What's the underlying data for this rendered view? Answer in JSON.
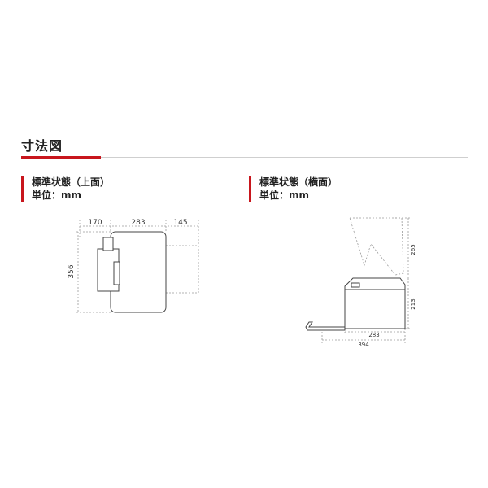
{
  "section": {
    "title": "寸法図"
  },
  "top_view": {
    "heading": "標準状態（上面）",
    "unit": "単位：mm",
    "dims": {
      "left": "170",
      "center": "283",
      "right": "145",
      "height": "356"
    }
  },
  "side_view": {
    "heading": "標準状態（横面）",
    "unit": "単位：mm",
    "dims": {
      "upper_height": "265",
      "lower_height": "213",
      "depth": "283",
      "total_depth": "394"
    }
  },
  "colors": {
    "accent": "#c8161d",
    "rule": "#cfcfcf",
    "line": "#444444",
    "dashed": "#9a9a9a"
  }
}
